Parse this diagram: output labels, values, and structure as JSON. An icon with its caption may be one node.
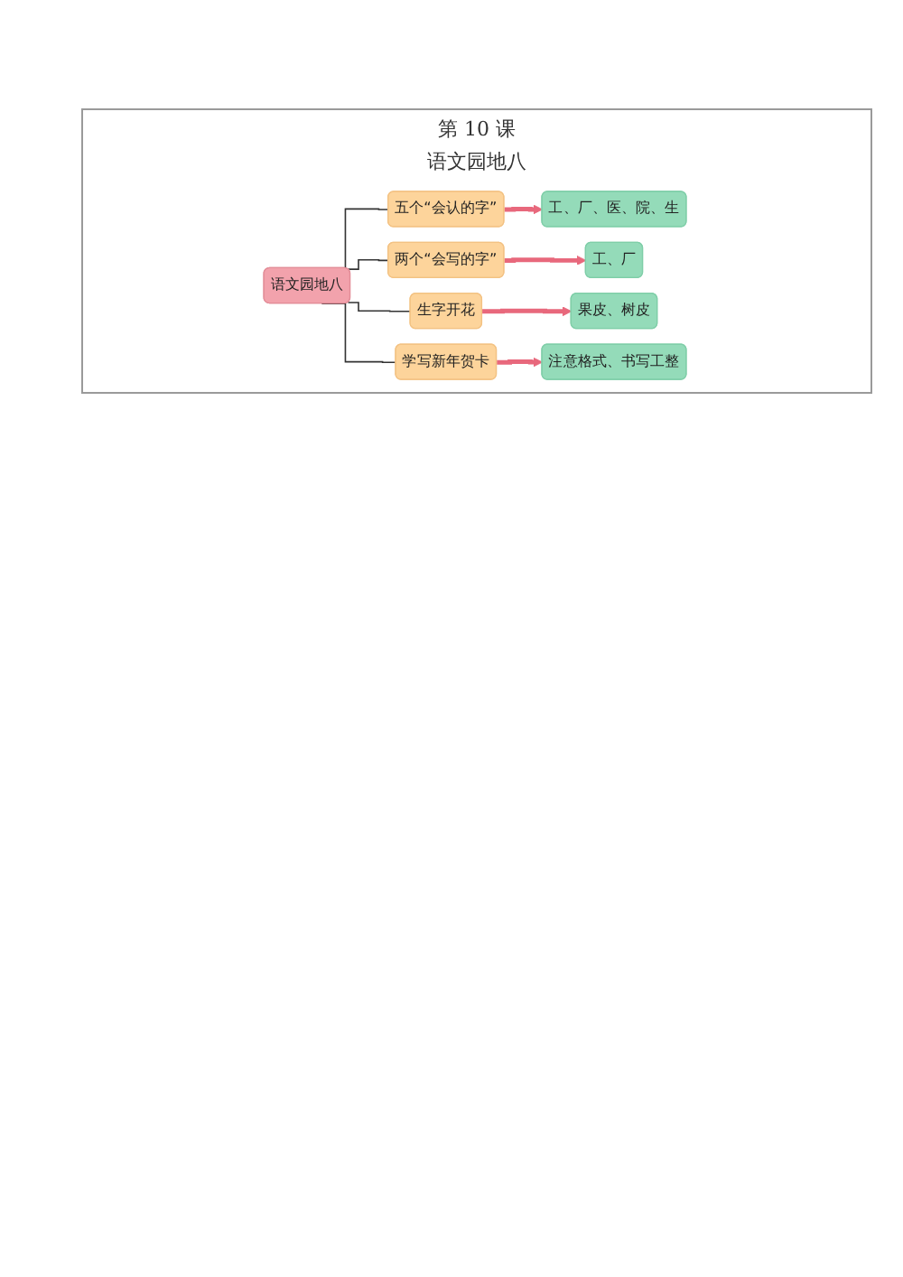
{
  "diagram": {
    "title": "第 10 课",
    "nodes": [
      {
        "text": [
          "语文园地八"
        ]
      },
      {
        "text": [
          "五个“会认的字”"
        ]
      },
      {
        "text": [
          "两个“会写的字”"
        ]
      },
      {
        "text": [
          "生字开花"
        ]
      },
      {
        "text": [
          "学写新年贺卡"
        ]
      },
      {
        "text": [
          "工、厂、医、院、生"
        ]
      },
      {
        "text": [
          "工、厂"
        ]
      },
      {
        "text": [
          "果皮、树皮"
        ]
      },
      {
        "text": [
          "注意格式、书写工整"
        ]
      }
    ],
    "edges": [
      {
        "from": 0,
        "to": 1,
        "arrow": "none"
      },
      {
        "from": 0,
        "to": 2,
        "arrow": "none"
      },
      {
        "from": 0,
        "to": 3,
        "arrow": "none"
      },
      {
        "from": 0,
        "to": 4,
        "arrow": "none"
      },
      {
        "from": 1,
        "to": 5,
        "arrow": "to",
        "style": "thick",
        "color": "#e8687c"
      },
      {
        "from": 2,
        "to": 6,
        "arrow": "to",
        "style": "thick",
        "color": "#e8687c"
      },
      {
        "from": 3,
        "to": 7,
        "arrow": "to",
        "style": "thick",
        "color": "#e8687c"
      },
      {
        "from": 4,
        "to": 8,
        "arrow": "to",
        "style": "thick",
        "color": "#e8687c"
      }
    ],
    "labels": [
      "语文园地八"
    ]
  }
}
